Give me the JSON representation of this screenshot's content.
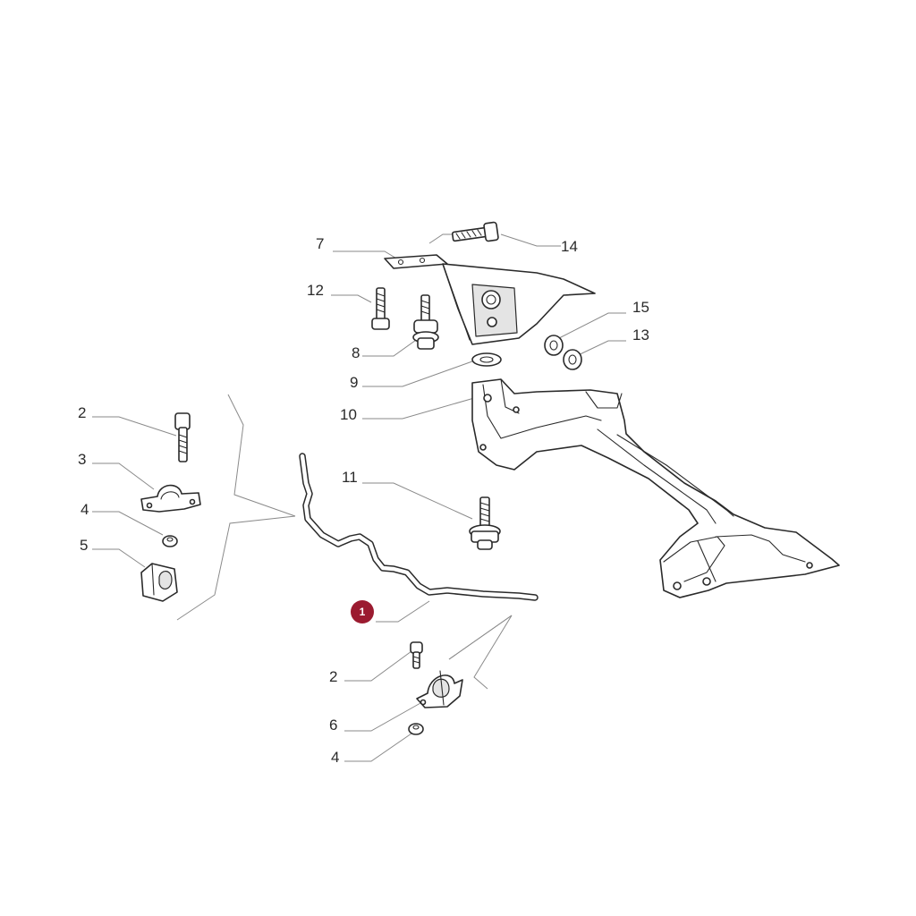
{
  "callouts": [
    {
      "id": "c7",
      "text": "7"
    },
    {
      "id": "c14",
      "text": "14"
    },
    {
      "id": "c12",
      "text": "12"
    },
    {
      "id": "c15",
      "text": "15"
    },
    {
      "id": "c13",
      "text": "13"
    },
    {
      "id": "c8",
      "text": "8"
    },
    {
      "id": "c9",
      "text": "9"
    },
    {
      "id": "c10",
      "text": "10"
    },
    {
      "id": "c2a",
      "text": "2"
    },
    {
      "id": "c3",
      "text": "3"
    },
    {
      "id": "c4a",
      "text": "4"
    },
    {
      "id": "c5",
      "text": "5"
    },
    {
      "id": "c11",
      "text": "11"
    },
    {
      "id": "c1",
      "text": "1"
    },
    {
      "id": "c2b",
      "text": "2"
    },
    {
      "id": "c6",
      "text": "6"
    },
    {
      "id": "c4b",
      "text": "4"
    }
  ],
  "highlight_color": "#9b1b30"
}
